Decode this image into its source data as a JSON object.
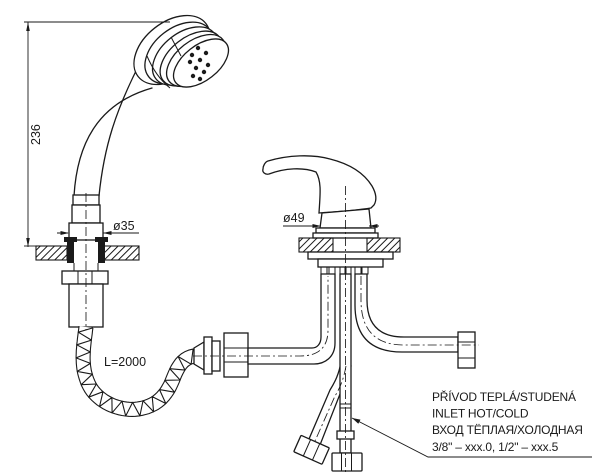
{
  "title": "shower-mixer-installation-drawing",
  "colors": {
    "background": "#ffffff",
    "line": "#1a1a1a"
  },
  "labels": {
    "dim_height": "236",
    "dim_shower_base": "ø35",
    "dim_faucet_body": "ø49",
    "hose_length": "L=2000"
  },
  "inlet_note": {
    "line1": "PŘÍVOD TEPLÁ/STUDENÁ",
    "line2": "INLET HOT/COLD",
    "line3": "ВХОД ТЁПЛАЯ/ХОЛОДНАЯ",
    "line4": "3/8\" – xxx.0, 1/2\" – xxx.5"
  }
}
